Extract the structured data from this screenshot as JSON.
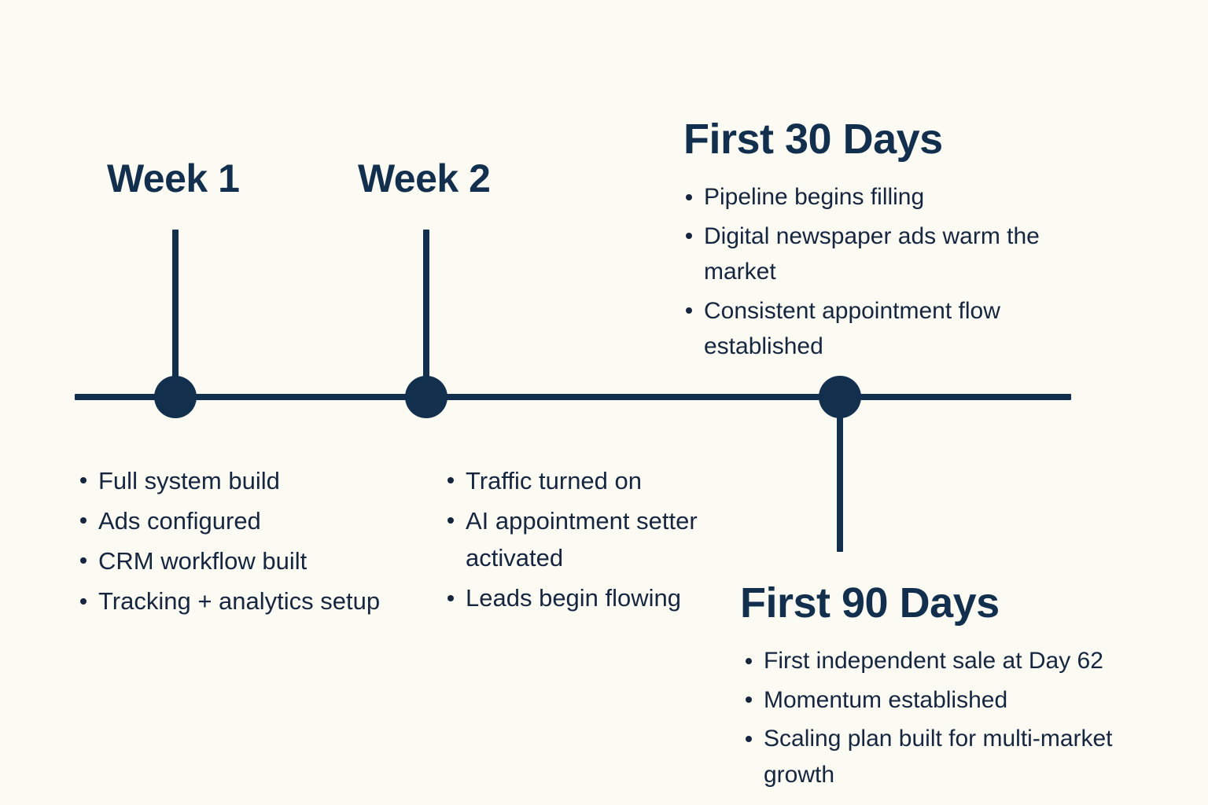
{
  "theme": {
    "background": "#FBFAF3",
    "accent": "#12304E",
    "body_text": "#16263F"
  },
  "timeline": {
    "name": "onboarding-timeline",
    "milestones": [
      {
        "id": "week-1",
        "heading": "Week 1",
        "label_position": "above",
        "list_position": "below",
        "bullets": [
          "Full system build",
          "Ads configured",
          "CRM workflow built",
          "Tracking + analytics setup"
        ]
      },
      {
        "id": "week-2",
        "heading": "Week 2",
        "label_position": "above",
        "list_position": "below",
        "bullets": [
          "Traffic turned on",
          "AI appointment setter activated",
          "Leads begin flowing"
        ]
      },
      {
        "id": "first-30-days",
        "heading": "First 30 Days",
        "label_position": "above",
        "list_position": "above",
        "bullets": [
          "Pipeline begins filling",
          "Digital newspaper ads warm the market",
          "Consistent appointment flow established"
        ]
      },
      {
        "id": "first-90-days",
        "heading": "First 90 Days",
        "label_position": "below",
        "list_position": "below",
        "bullets": [
          "First independent sale at Day 62",
          "Momentum established",
          "Scaling plan built for multi-market growth"
        ]
      }
    ]
  }
}
